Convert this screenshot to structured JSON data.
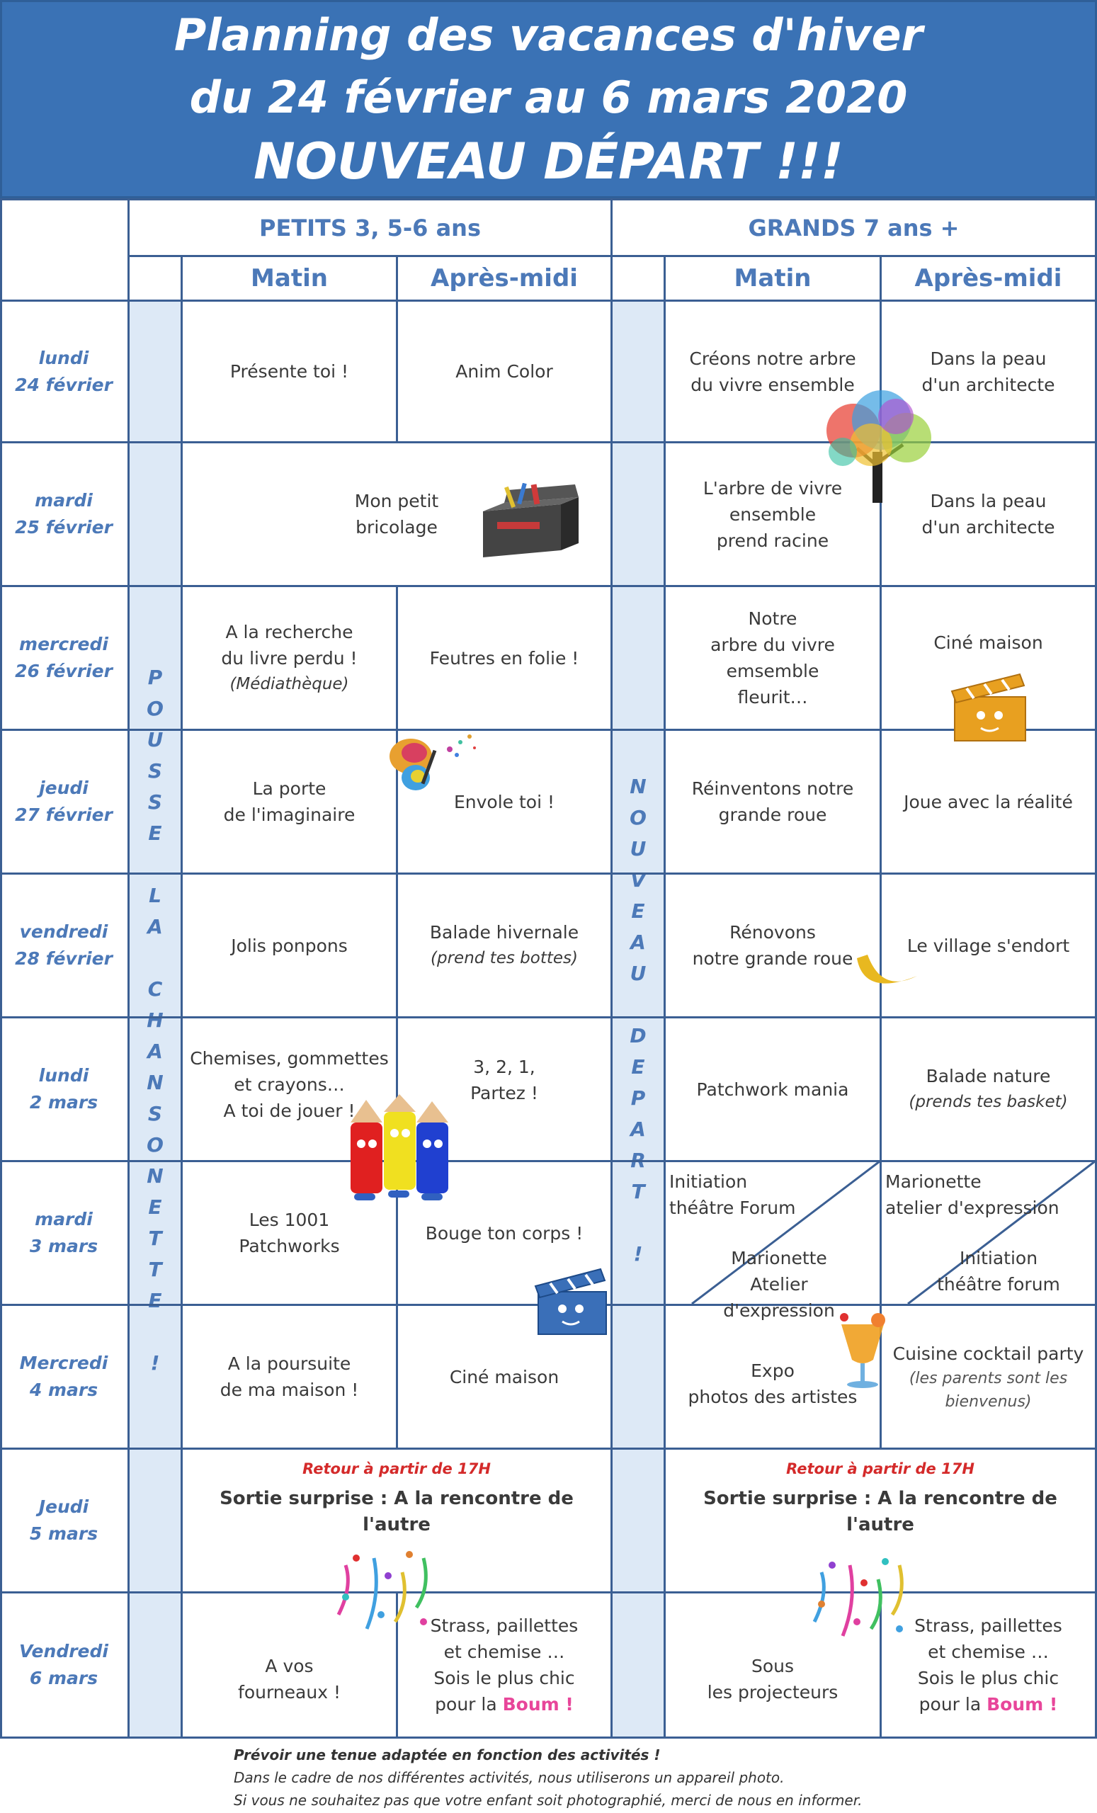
{
  "header": {
    "line1": "Planning des vacances d'hiver",
    "line2": "du 24 février au 6 mars 2020",
    "line3": "NOUVEAU DÉPART  !!!"
  },
  "groups": {
    "petits": "PETITS  3, 5-6 ans",
    "grands": "GRANDS 7 ans +"
  },
  "columns": {
    "matin": "Matin",
    "apres_midi": "Après-midi"
  },
  "band_petits": [
    "P",
    "O",
    "U",
    "S",
    "S",
    "E",
    "",
    "L",
    "A",
    "",
    "C",
    "H",
    "A",
    "N",
    "S",
    "O",
    "N",
    "E",
    "T",
    "T",
    "E",
    "",
    "!"
  ],
  "band_grands": [
    "N",
    "O",
    "U",
    "V",
    "E",
    "A",
    "U",
    "",
    "D",
    "E",
    "P",
    "A",
    "R",
    "T",
    "",
    "!"
  ],
  "days": [
    {
      "day": "lundi",
      "date": "24 février"
    },
    {
      "day": "mardi",
      "date": "25 février"
    },
    {
      "day": "mercredi",
      "date": "26 février"
    },
    {
      "day": "jeudi",
      "date": "27 février"
    },
    {
      "day": "vendredi",
      "date": "28 février"
    },
    {
      "day": "lundi",
      "date": "2 mars"
    },
    {
      "day": "mardi",
      "date": "3 mars"
    },
    {
      "day": "Mercredi",
      "date": "4 mars"
    },
    {
      "day": "Jeudi",
      "date": "5 mars"
    },
    {
      "day": "Vendredi",
      "date": "6 mars"
    }
  ],
  "petits": {
    "r0": {
      "matin": "Présente toi !",
      "apm": "Anim Color"
    },
    "r1": {
      "full1": "Mon petit",
      "full2": "bricolage"
    },
    "r2": {
      "matin1": "A la recherche",
      "matin2": "du livre perdu !",
      "matin3": "(Médiathèque)",
      "apm": "Feutres en folie !"
    },
    "r3": {
      "matin1": "La porte",
      "matin2": "de l'imaginaire",
      "apm": "Envole toi !"
    },
    "r4": {
      "matin": "Jolis ponpons",
      "apm1": "Balade hivernale",
      "apm2": "(prend tes bottes)"
    },
    "r5": {
      "matin1": "Chemises, gommettes",
      "matin2": "et crayons…",
      "matin3": "A toi de jouer !",
      "apm1": "3, 2, 1,",
      "apm2": "Partez !"
    },
    "r6": {
      "matin1": "Les 1001",
      "matin2": "Patchworks",
      "apm": "Bouge ton corps !"
    },
    "r7": {
      "matin1": "A la poursuite",
      "matin2": "de ma maison !",
      "apm": "Ciné maison"
    },
    "r8": {
      "note": "Retour à partir de 17H",
      "sortie": "Sortie surprise : A la rencontre de l'autre"
    },
    "r9": {
      "matin1": "A vos",
      "matin2": "fourneaux !",
      "apm1": "Strass, paillettes",
      "apm2": "et chemise …",
      "apm3": "Sois le plus chic",
      "apm4": "pour la",
      "boum": "Boum !"
    }
  },
  "grands": {
    "r0": {
      "matin1": "Créons notre arbre",
      "matin2": "du vivre ensemble",
      "apm1": "Dans la peau",
      "apm2": "d'un architecte"
    },
    "r1": {
      "matin1": "L'arbre de vivre",
      "matin2": "ensemble",
      "matin3": "prend racine",
      "apm1": "Dans la peau",
      "apm2": "d'un architecte"
    },
    "r2": {
      "matin1": "Notre",
      "matin2": "arbre du vivre",
      "matin3": "emsemble",
      "matin4": "fleurit…",
      "apm": "Ciné maison"
    },
    "r3": {
      "matin1": "Réinventons notre",
      "matin2": "grande roue",
      "apm": "Joue avec la réalité"
    },
    "r4": {
      "matin1": "Rénovons",
      "matin2": "notre grande roue",
      "apm": "Le village s'endort"
    },
    "r5": {
      "matin": "Patchwork mania",
      "apm1": "Balade nature",
      "apm2": "(prends tes basket)"
    },
    "r6": {
      "m_top1": "Initiation",
      "m_top2": "théâtre Forum",
      "m_bot1": "Marionette",
      "m_bot2": "Atelier d'expression",
      "a_top1": "Marionette",
      "a_top2": "atelier d'expression",
      "a_bot1": "Initiation",
      "a_bot2": "théâtre forum"
    },
    "r7": {
      "matin1": "Expo",
      "matin2": "photos des artistes",
      "apm1": "Cuisine cocktail party",
      "apm2": "(les parents sont les",
      "apm3": "bienvenus)"
    },
    "r8": {
      "note": "Retour à partir de 17H",
      "sortie": "Sortie surprise : A la rencontre de l'autre"
    },
    "r9": {
      "matin1": "Sous",
      "matin2": "les projecteurs",
      "apm1": "Strass, paillettes",
      "apm2": "et chemise …",
      "apm3": "Sois le plus chic",
      "apm4": "pour la",
      "boum": "Boum !"
    }
  },
  "footer": {
    "line1": "Prévoir une tenue adaptée en fonction des activités !",
    "line2": "Dans le cadre de nos différentes activités, nous utiliserons un appareil photo.",
    "line3": "Si vous ne souhaitez pas que votre enfant soit photographié, merci de nous en informer."
  },
  "colors": {
    "header_bg": "#3a72b5",
    "accent": "#4c79b8",
    "band": "#dde9f6",
    "grid": "#3b5f93",
    "note_red": "#d42a2a",
    "boum_pink": "#e8469a"
  },
  "icons": [
    "toolbox-icon",
    "tree-icon",
    "butterfly-icon",
    "clapperboard-icon",
    "moon-icon",
    "crayons-icon",
    "cocktail-icon",
    "confetti-icon"
  ]
}
